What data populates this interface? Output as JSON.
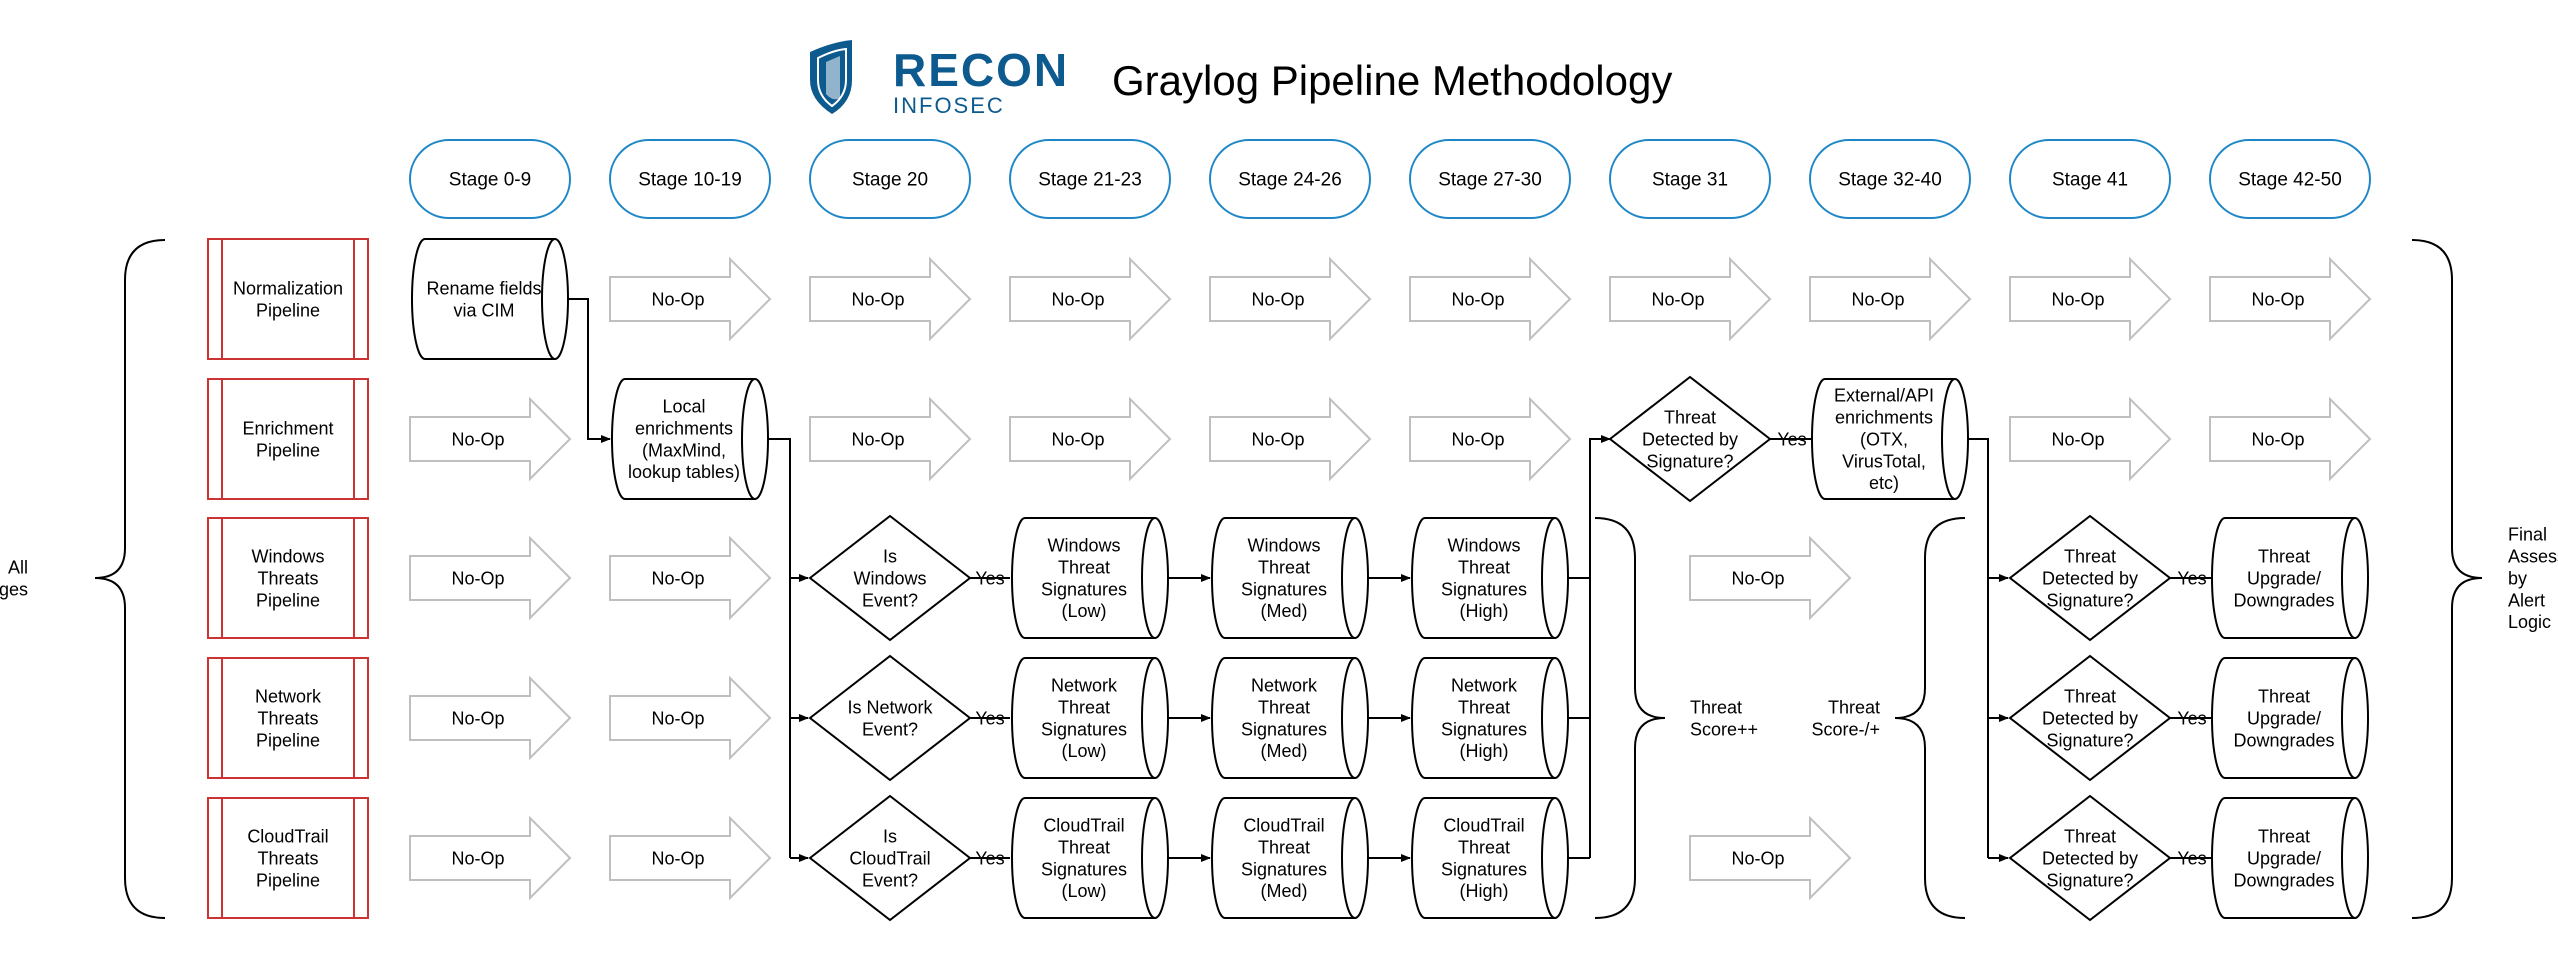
{
  "logo": {
    "name": "RECON",
    "sub": "INFOSEC",
    "color": "#0d5a8f"
  },
  "title": "Graylog Pipeline Methodology",
  "colors": {
    "stage_border": "#1f87c7",
    "pipeline_border": "#cc3333",
    "noop_border": "#bfbfbf",
    "line": "#000000"
  },
  "stages": [
    "Stage 0-9",
    "Stage 10-19",
    "Stage 20",
    "Stage 21-23",
    "Stage 24-26",
    "Stage 27-30",
    "Stage 31",
    "Stage 32-40",
    "Stage 41",
    "Stage 42-50"
  ],
  "pipelines": [
    [
      "Normalization",
      "Pipeline"
    ],
    [
      "Enrichment",
      "Pipeline"
    ],
    [
      "Windows",
      "Threats",
      "Pipeline"
    ],
    [
      "Network",
      "Threats",
      "Pipeline"
    ],
    [
      "CloudTrail",
      "Threats",
      "Pipeline"
    ]
  ],
  "left_label": [
    "All",
    "Messages"
  ],
  "right_label": [
    "Final",
    "Assessment",
    "by",
    "Alert",
    "Logic"
  ],
  "noop": "No-Op",
  "yes": "Yes",
  "rename": [
    "Rename fields",
    "via CIM"
  ],
  "local_enrich": [
    "Local",
    "enrichments",
    "(MaxMind,",
    "lookup tables)"
  ],
  "decisions": {
    "windows": [
      "Is",
      "Windows",
      "Event?"
    ],
    "network": [
      "Is Network",
      "Event?"
    ],
    "cloudtrail": [
      "Is",
      "CloudTrail",
      "Event?"
    ],
    "threat": [
      "Threat",
      "Detected by",
      "Signature?"
    ]
  },
  "signatures": {
    "windows": [
      [
        "Windows",
        "Threat",
        "Signatures",
        "(Low)"
      ],
      [
        "Windows",
        "Threat",
        "Signatures",
        "(Med)"
      ],
      [
        "Windows",
        "Threat",
        "Signatures",
        "(High)"
      ]
    ],
    "network": [
      [
        "Network",
        "Threat",
        "Signatures",
        "(Low)"
      ],
      [
        "Network",
        "Threat",
        "Signatures",
        "(Med)"
      ],
      [
        "Network",
        "Threat",
        "Signatures",
        "(High)"
      ]
    ],
    "cloudtrail": [
      [
        "CloudTrail",
        "Threat",
        "Signatures",
        "(Low)"
      ],
      [
        "CloudTrail",
        "Threat",
        "Signatures",
        "(Med)"
      ],
      [
        "CloudTrail",
        "Threat",
        "Signatures",
        "(High)"
      ]
    ]
  },
  "external_enrich": [
    "External/API",
    "enrichments",
    "(OTX,",
    "VirusTotal,",
    "etc)"
  ],
  "threat_score_up": [
    "Threat",
    "Score++"
  ],
  "threat_score_adj": [
    "Threat",
    "Score-/+"
  ],
  "upgrade": [
    "Threat",
    "Upgrade/",
    "Downgrades"
  ]
}
